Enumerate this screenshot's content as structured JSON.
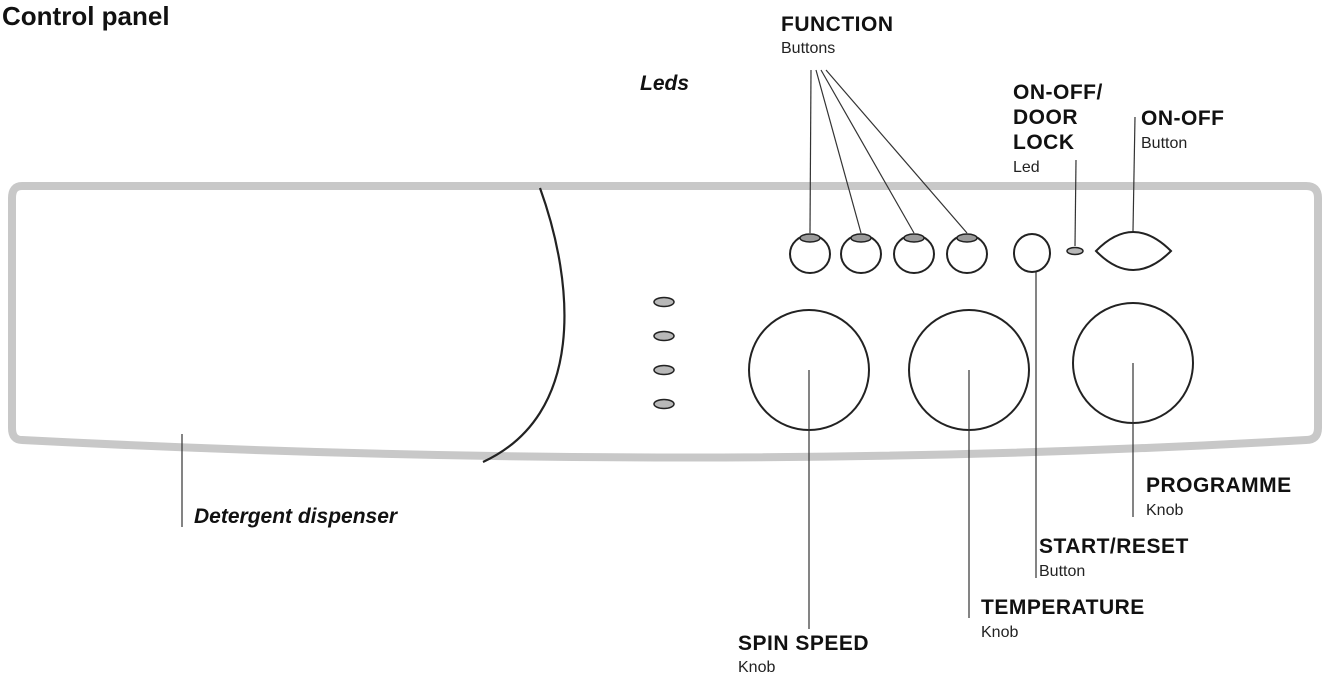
{
  "title": "Control panel",
  "labels": {
    "function": {
      "name": "FUNCTION",
      "sub": "Buttons"
    },
    "leds": {
      "name": "Leds"
    },
    "door_lock": {
      "line1": "ON-OFF/",
      "line2": "DOOR",
      "line3": "LOCK",
      "sub": "Led"
    },
    "on_off": {
      "name": "ON-OFF",
      "sub": "Button"
    },
    "detergent": {
      "name": "Detergent dispenser"
    },
    "programme": {
      "name": "PROGRAMME",
      "sub": "Knob"
    },
    "start_reset": {
      "name": "START/RESET",
      "sub": "Button"
    },
    "temperature": {
      "name": "TEMPERATURE",
      "sub": "Knob"
    },
    "spin_speed": {
      "name": "SPIN SPEED",
      "sub": "Knob"
    }
  },
  "counts": {
    "function_buttons": 4,
    "indicator_leds": 4,
    "knobs": 3
  }
}
